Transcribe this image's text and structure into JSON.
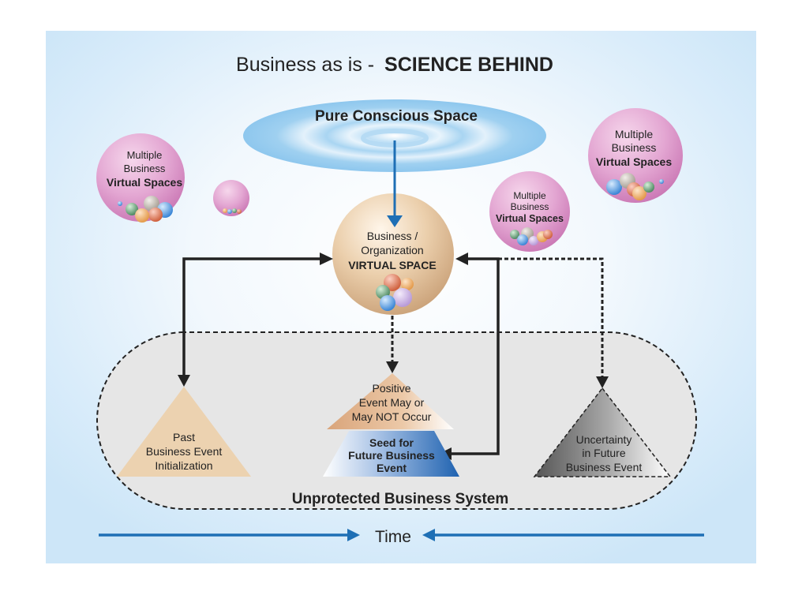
{
  "title": {
    "prefix": "Business as is - ",
    "emphasis": "SCIENCE BEHIND"
  },
  "pure_space": {
    "label": "Pure Conscious Space"
  },
  "center_sphere": {
    "line1": "Business /",
    "line2": "Organization",
    "line3": "VIRTUAL SPACE"
  },
  "bubbles": [
    {
      "line1": "Multiple",
      "line2": "Business",
      "line3": "Virtual Spaces"
    },
    {
      "line1": "Multiple",
      "line2": "Business",
      "line3": "Virtual Spaces"
    },
    {
      "line1": "Multiple",
      "line2": "Business",
      "line3": "Virtual Spaces"
    }
  ],
  "events": {
    "past": {
      "line1": "Past",
      "line2": "Business Event",
      "line3": "Initialization"
    },
    "positive": {
      "line1": "Positive",
      "line2": "Event May or",
      "line3": "May NOT Occur"
    },
    "seed": {
      "line1": "Seed for",
      "line2": "Future Business",
      "line3": "Event"
    },
    "uncertainty": {
      "line1": "Uncertainty",
      "line2": "in Future",
      "line3": "Business Event"
    }
  },
  "system": {
    "label": "Unprotected Business System"
  },
  "time": {
    "label": "Time"
  },
  "colors": {
    "arrow_blue": "#1e6fb5",
    "arrow_dark": "#222222",
    "bubble_pink": "#d98fc6",
    "sphere_tan": "#d9b48c",
    "triangle_tan": "#ecd1ad",
    "seed_blue": "#2a6db5",
    "system_fill": "#e6e6e6"
  }
}
